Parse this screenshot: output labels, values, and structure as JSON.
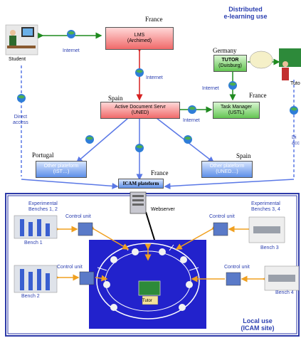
{
  "top": {
    "title_line1": "Distributed",
    "title_line2": "e-learning use"
  },
  "labels": {
    "student": "Student",
    "internet_1": "Internet",
    "internet_2": "Internet",
    "internet_3": "Internet",
    "internet_4": "Internet",
    "direct_access_left_1": "Direct",
    "direct_access_left_2": "access",
    "direct_access_right_1": "Di",
    "direct_access_right_2": "acc",
    "tutor_right": "Tuto",
    "webserver": "Webserver",
    "control_unit_1": "Control unit",
    "control_unit_2": "Control unit",
    "control_unit_3": "Control unit",
    "control_unit_4": "Control unit",
    "bench_1": "Bench 1",
    "bench_2": "Bench 2",
    "bench_3": "Bench 3",
    "bench_4": "Bench 4",
    "exp_benches_12_a": "Experimental",
    "exp_benches_12_b": "Benches 1, 2",
    "exp_benches_34_a": "Experimental",
    "exp_benches_34_b": "Benches 3, 4",
    "local_use_1": "Local use",
    "local_use_2": "(ICAM site)",
    "tutor_center": "Tutor"
  },
  "countries": {
    "france_top": "France",
    "germany": "Germany",
    "spain_left": "Spain",
    "france_mid": "France",
    "portugal": "Portugal",
    "spain_right": "Spain",
    "france_bottom": "France"
  },
  "boxes": {
    "lms_1": "LMS",
    "lms_2": "(Archimed)",
    "tutor_1": "TUTOR",
    "tutor_2": "(Duisburg)",
    "ads_1": "Active Document Servr",
    "ads_2": "(UNED)",
    "task_1": "Task Manager",
    "task_2": "(USTL)",
    "other_ist_1": "Other plateform",
    "other_ist_2": "(IST…)",
    "other_uned_1": "Other plateform",
    "other_uned_2": "(UNED…)",
    "icam": "ICAM plateform"
  },
  "colors": {
    "arrow_green": "#1f8a1f",
    "arrow_red": "#d62020",
    "arrow_blue": "#5a78e6",
    "arrow_orange": "#f0a020",
    "frame_blue": "#2d3aa8",
    "room_blue": "#2222cc"
  }
}
